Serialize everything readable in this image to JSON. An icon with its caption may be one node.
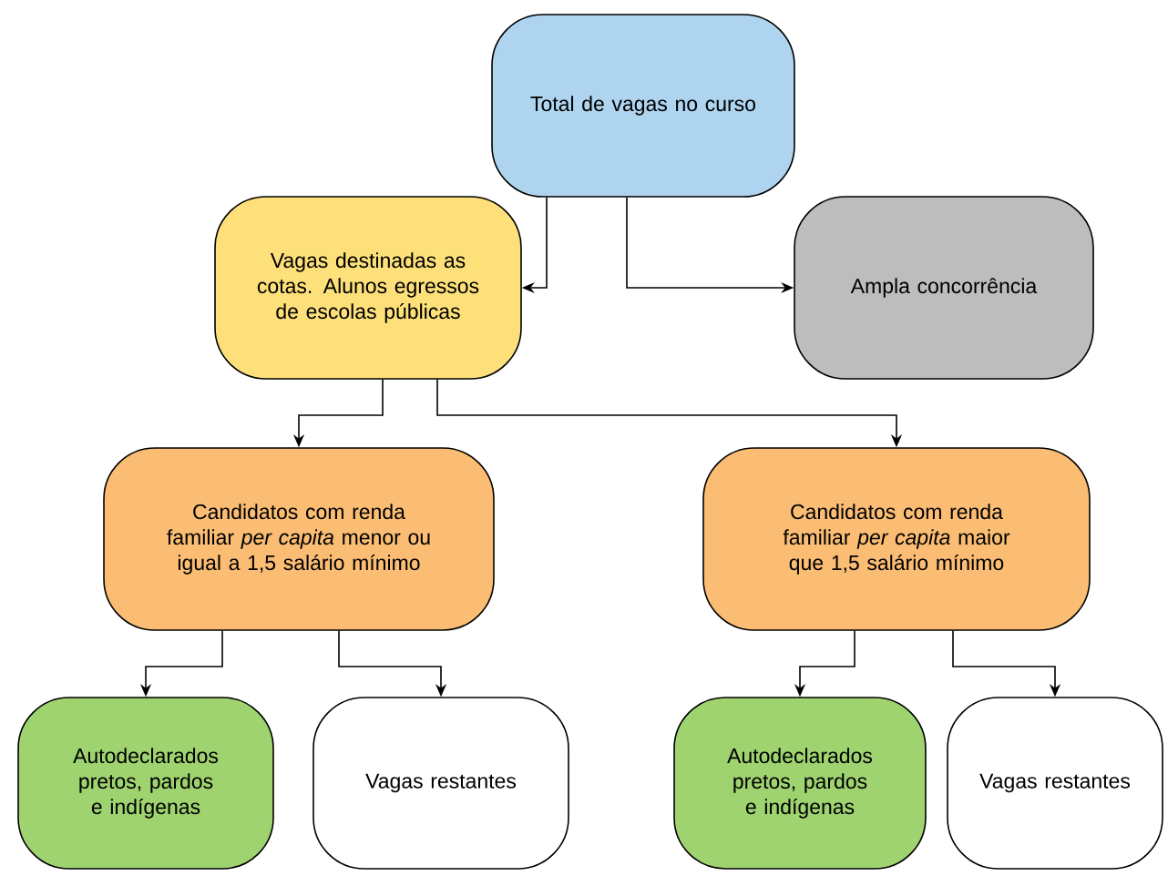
{
  "diagram": {
    "nodes": [
      {
        "text": [
          "Total de vagas no curso"
        ]
      },
      {
        "text": [
          "Vagas destinadas as cotas. Alunos egressos de escolas públicas"
        ]
      },
      {
        "text": [
          "Ampla concorrência"
        ]
      },
      {
        "text": [
          "Candidatos com renda familiar *per capita* menor ou igual a 1,5 salário mínimo"
        ]
      },
      {
        "text": [
          "Candidatos com renda familiar *per capita* maior que 1,5 salário mínimo"
        ]
      },
      {
        "text": [
          "Autodeclarados pretos, pardos e indígenas"
        ]
      },
      {
        "text": [
          "Vagas restantes"
        ]
      },
      {
        "text": [
          "Autodeclarados pretos, pardos e indígenas"
        ]
      },
      {
        "text": [
          "Vagas restantes"
        ]
      }
    ],
    "edges": [
      {
        "from": 0,
        "to": 1,
        "arrow": "to"
      },
      {
        "from": 0,
        "to": 2,
        "arrow": "to"
      },
      {
        "from": 1,
        "to": 3,
        "arrow": "to"
      },
      {
        "from": 1,
        "to": 4,
        "arrow": "to"
      },
      {
        "from": 3,
        "to": 5,
        "arrow": "to"
      },
      {
        "from": 3,
        "to": 6,
        "arrow": "to"
      },
      {
        "from": 4,
        "to": 7,
        "arrow": "to"
      },
      {
        "from": 4,
        "to": 8,
        "arrow": "to"
      }
    ]
  }
}
